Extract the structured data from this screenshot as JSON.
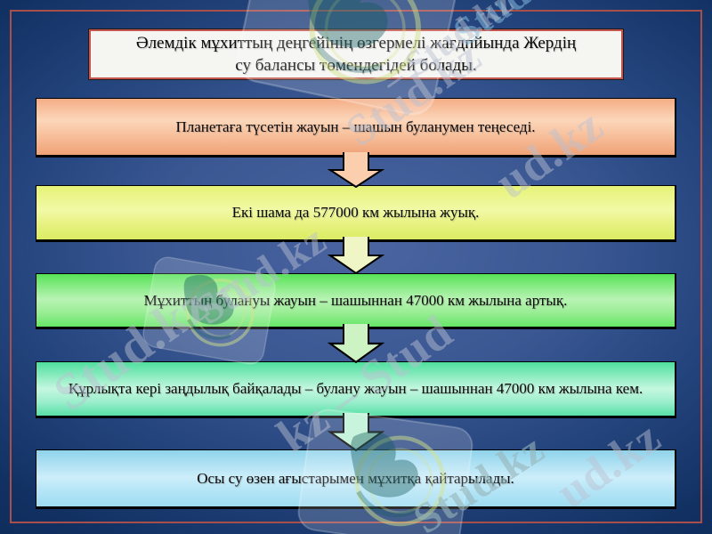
{
  "slide": {
    "title": {
      "line1": "Әлемдік мұхиттың деңгейінің өзгермелі жағдпйында Жердің",
      "line2": "су балансы төмендегідей болады."
    },
    "steps": [
      {
        "text": "Планетаға түсетін жауын – шашын буланумен теңеседі.",
        "fill": "#f8c3a0",
        "arrow_fill": "#fbceae"
      },
      {
        "text": "Екі шама да 577000 км жылына жуық.",
        "fill": "#ecf58e",
        "arrow_fill": "#f0f5c6"
      },
      {
        "text": "Мұхиттың булануы жауын – шашыннан 47000 км жылына артық.",
        "fill": "#9bee96",
        "arrow_fill": "#cdf2c3"
      },
      {
        "text": "Құрлықта кері заңдылық байқалады – булану жауын – шашыннан 47000 км жылына кем.",
        "fill": "#a8f1d2",
        "arrow_fill": "#bdf2d5"
      },
      {
        "text": "Осы су өзен ағыстарымен мұхитқа қайтарылады.",
        "fill": "#bde8f8",
        "arrow_fill": ""
      }
    ],
    "colors": {
      "background_edge_navy": "#0c2955",
      "background_center_blue": "#4a64a0",
      "frame_line": "#a84f4b",
      "title_border": "#c4564f",
      "title_background": "#f5f5f2",
      "text": "#0a0a0a",
      "arrow_outline": "#000000"
    }
  },
  "watermarks": {
    "brand": "Stud.kz",
    "texts": [
      {
        "text": "Stud.kz"
      },
      {
        "text": "– Stud.kz"
      },
      {
        "text": "Stud.kz"
      },
      {
        "text": "ud.kz"
      },
      {
        "text": "Stud.kz –"
      },
      {
        "text": "Stud.kz"
      },
      {
        "text": "kz – Stud"
      },
      {
        "text": "Stud.kz"
      },
      {
        "text": "ud.kz"
      }
    ]
  }
}
